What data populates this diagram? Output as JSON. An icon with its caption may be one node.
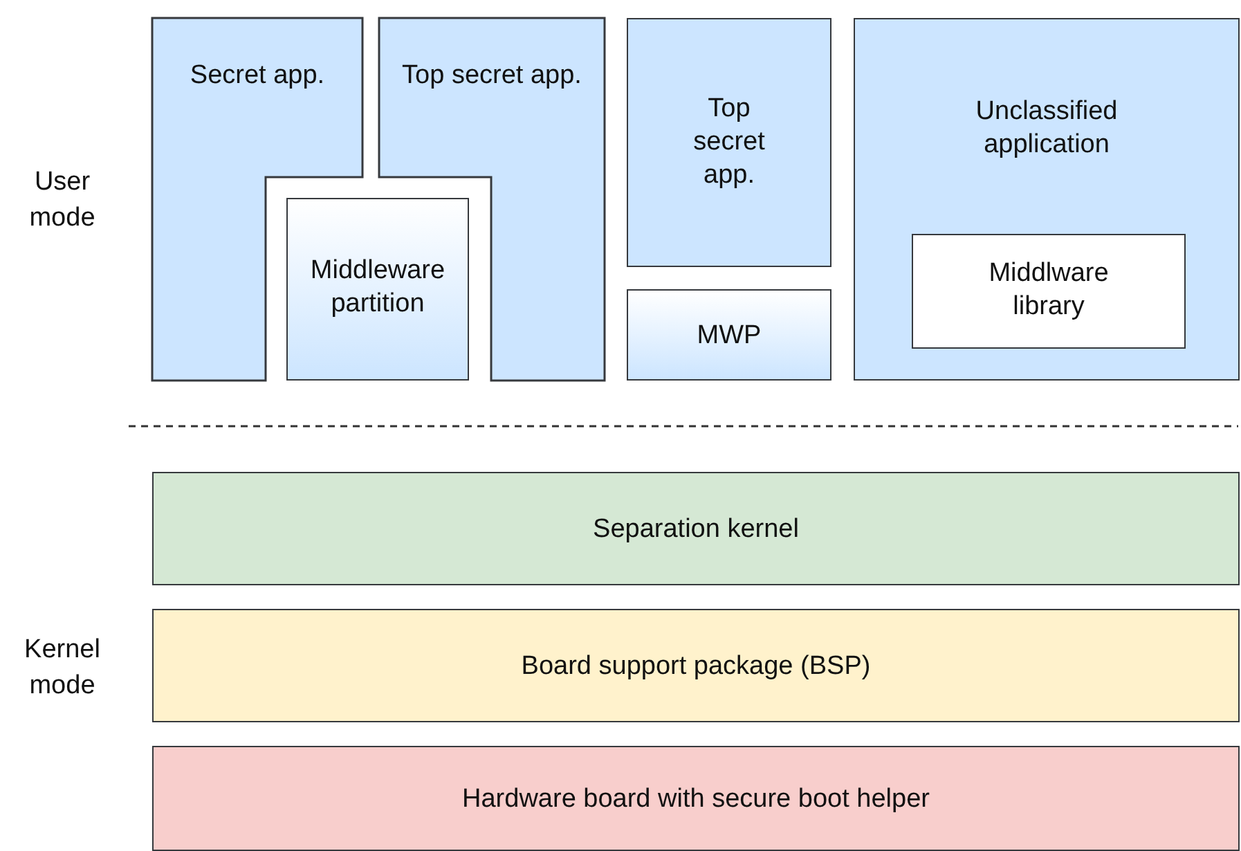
{
  "diagram": {
    "nodes": [
      {
        "text": [
          "Secret app."
        ]
      },
      {
        "text": [
          "Top secret app."
        ]
      },
      {
        "text": [
          "Middleware partition"
        ]
      },
      {
        "text": [
          "Top secret app."
        ]
      },
      {
        "text": [
          "MWP"
        ]
      },
      {
        "text": [
          "Unclassified application"
        ]
      },
      {
        "text": [
          "Middlware library"
        ],
        "in": 5
      },
      {
        "text": [
          "Separation kernel"
        ]
      },
      {
        "text": [
          "Board support package (BSP)"
        ]
      },
      {
        "text": [
          "Hardware board with secure boot helper"
        ]
      }
    ],
    "edges": [],
    "labels": [
      "User mode",
      "Kernel mode"
    ]
  }
}
